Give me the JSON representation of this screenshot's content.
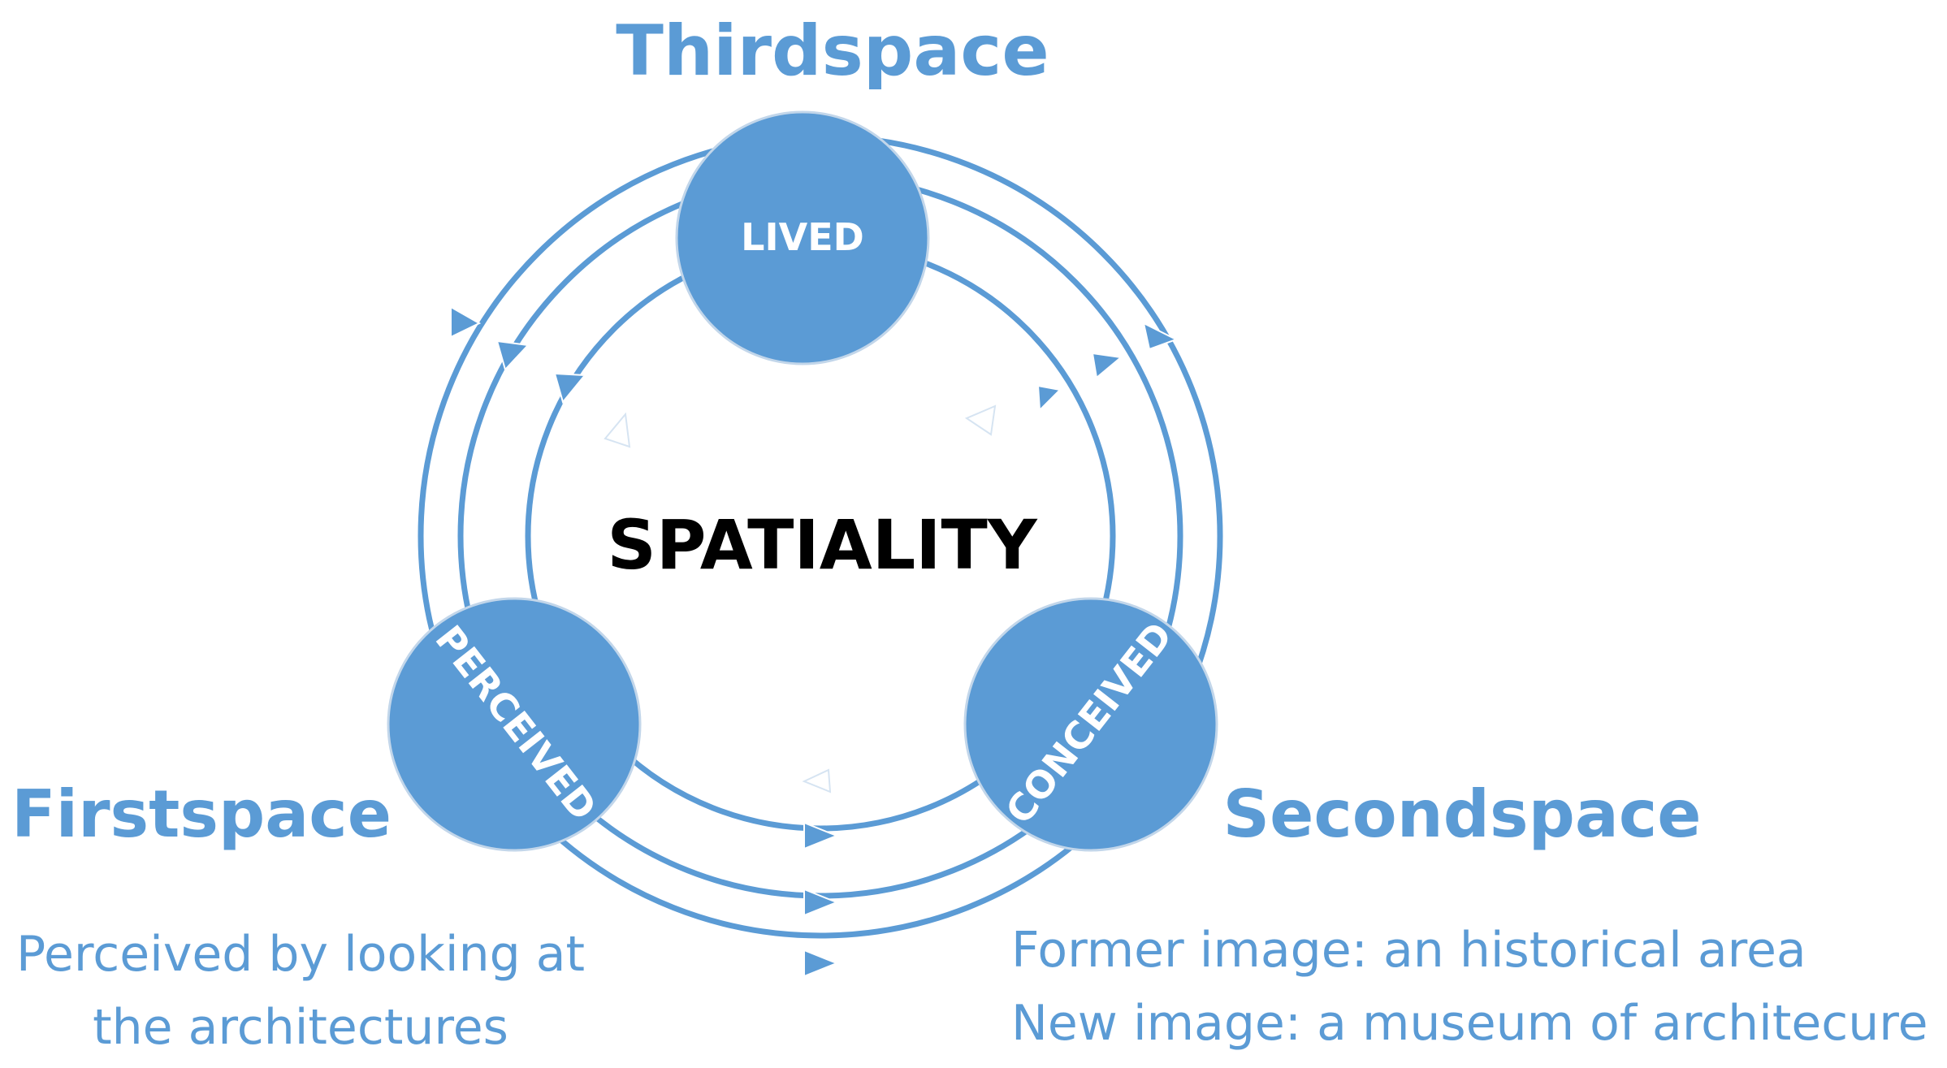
{
  "diagram": {
    "center_label": "SPATIALITY",
    "nodes": {
      "lived": "LIVED",
      "perceived": "PERCEIVED",
      "conceived": "CONCEIVED"
    },
    "spaces": {
      "thirdspace": "Thirdspace",
      "firstspace": "Firstspace",
      "secondspace": "Secondspace"
    },
    "descriptions": {
      "firstspace_line1": "Perceived by looking at",
      "firstspace_line2": "the architectures",
      "secondspace_line1": "Former image: an historical area",
      "secondspace_line2": "New image: a museum of architecure"
    }
  },
  "colors": {
    "accent": "#5b9bd5",
    "text_dark": "#000000",
    "background": "#ffffff"
  }
}
